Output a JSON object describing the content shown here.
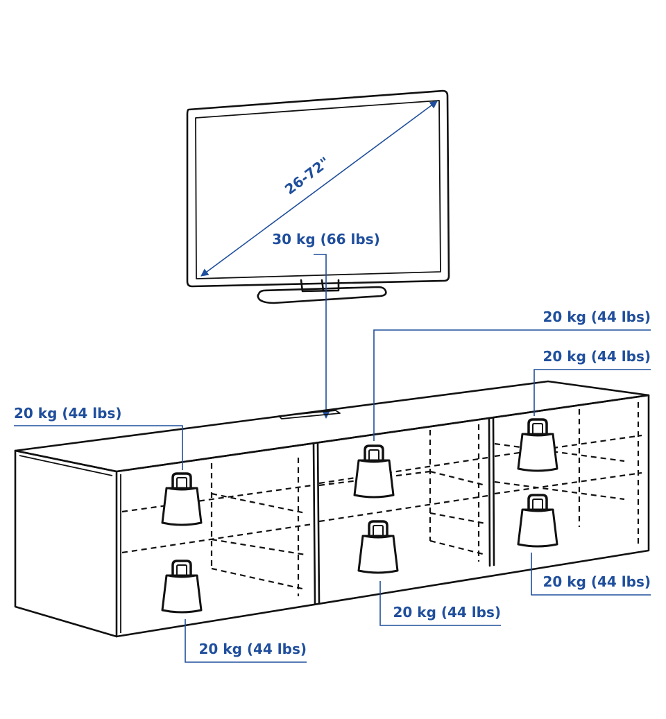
{
  "colors": {
    "accent": "#1f4e9c",
    "ink": "#111111",
    "background": "#ffffff"
  },
  "tv": {
    "size_label": "26-72\"",
    "weight_label": "30 kg (66 lbs)"
  },
  "compartments": {
    "top_left_label": "20 kg (44 lbs)",
    "bottom_left_label": "20 kg (44 lbs)",
    "top_middle_label": "20 kg (44 lbs)",
    "bottom_middle_label": "20 kg (44 lbs)",
    "top_right_label": "20 kg (44 lbs)",
    "bottom_right_label": "20 kg (44 lbs)"
  },
  "icons": [
    "tv-icon",
    "weight-icon",
    "tv-bench-icon"
  ]
}
